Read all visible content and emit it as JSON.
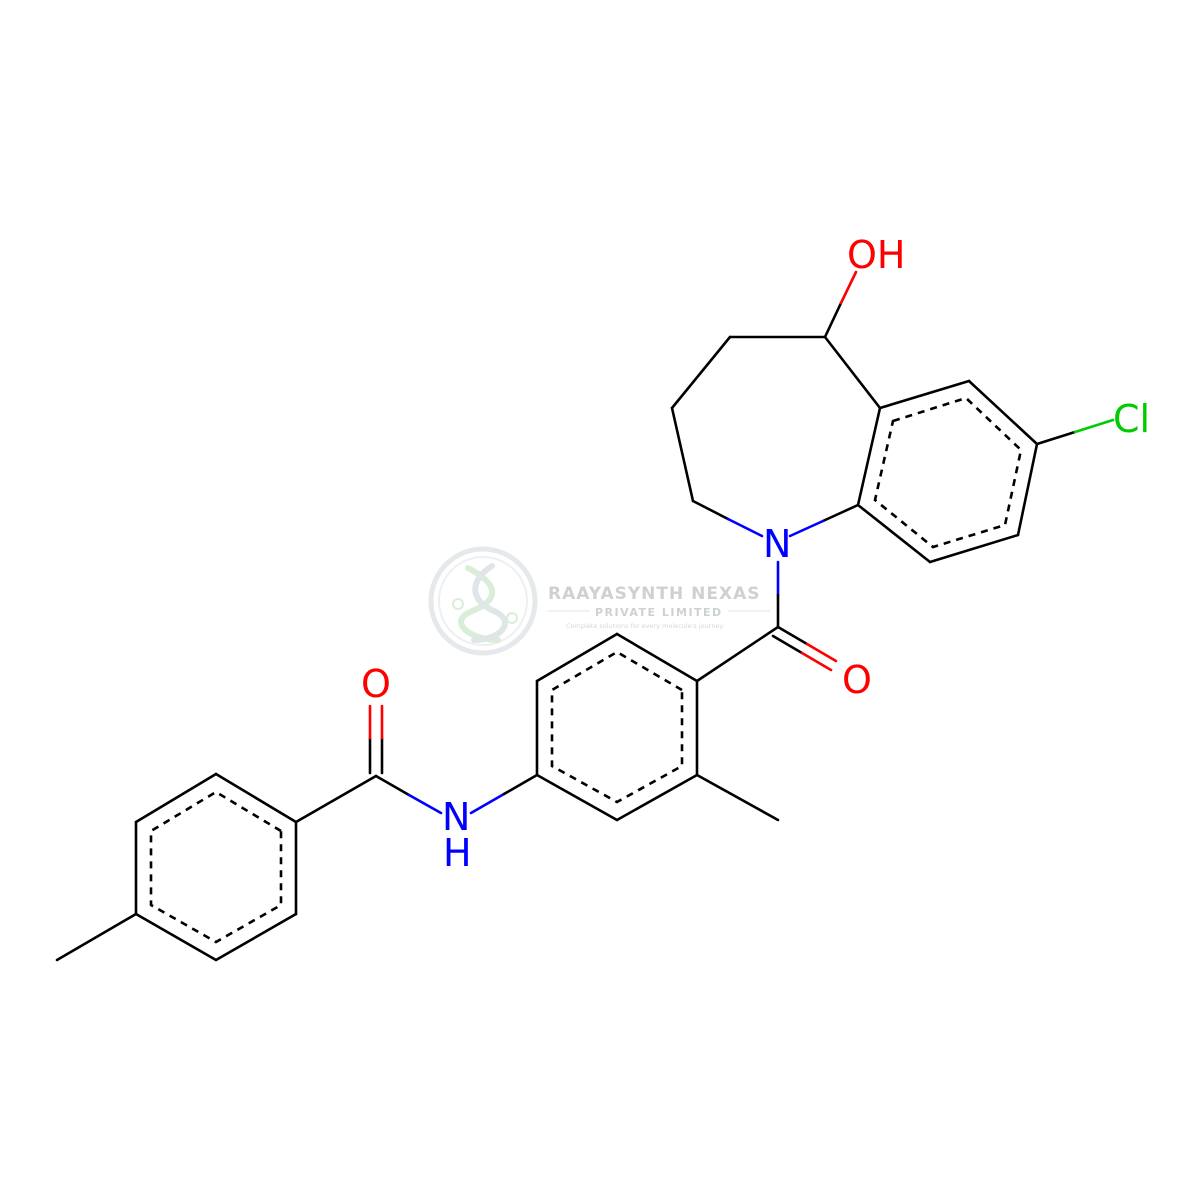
{
  "molecule": {
    "atom_labels": {
      "oh": "OH",
      "cl": "Cl",
      "n_ring": "N",
      "o_ketone": "O",
      "o_amide": "O",
      "n_amide": "N",
      "h_amide": "H"
    },
    "colors": {
      "bond": "#000000",
      "nitrogen": "#0000ff",
      "oxygen": "#ff0000",
      "chlorine": "#00cc00"
    }
  },
  "watermark": {
    "company": "RAAYASYNTH NEXAS",
    "subtitle": "PRIVATE LIMITED",
    "tagline": "Complete solutions for every molecule's journey",
    "logo_icon": "dna-helix-logo-icon"
  }
}
